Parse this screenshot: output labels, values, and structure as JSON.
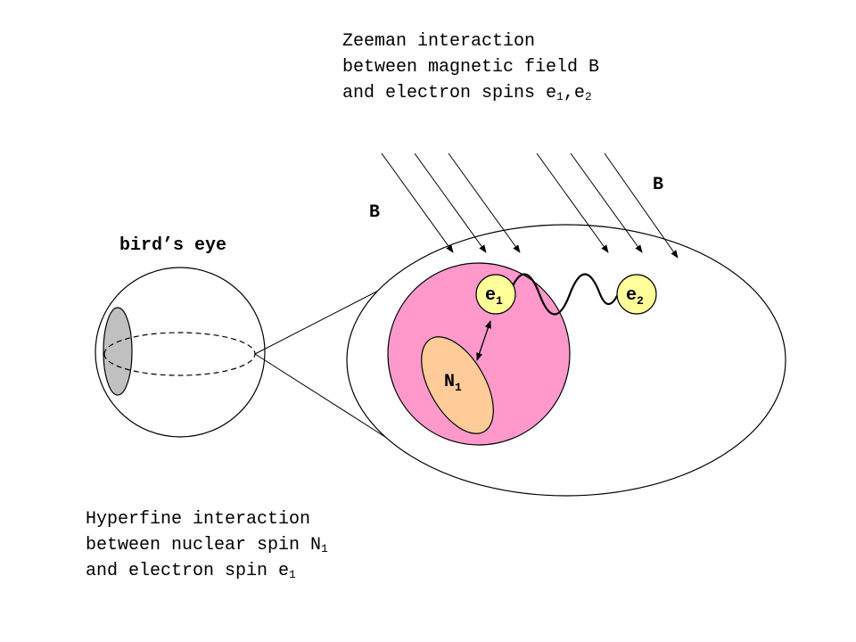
{
  "colors": {
    "background": "#ffffff",
    "stroke": "#000000",
    "eye_iris": "#c0c0c0",
    "radical_pair_region": "#ff99cc",
    "nucleus": "#ffcc99",
    "electron": "#ffff99"
  },
  "captions": {
    "zeeman": {
      "line1": "Zeeman interaction",
      "line2": "between magnetic field B",
      "line3_prefix": "and electron spins e",
      "line3_sub1": "1",
      "line3_sep": ",e",
      "line3_sub2": "2"
    },
    "hyperfine": {
      "line1": "Hyperfine interaction",
      "line2_prefix": "between nuclear spin N",
      "line2_sub": "1",
      "line3_prefix": "and electron spin e",
      "line3_sub": "1"
    }
  },
  "labels": {
    "birds_eye": "bird’s eye",
    "field_left": "B",
    "field_right": "B",
    "electron1_base": "e",
    "electron1_sub": "1",
    "electron2_base": "e",
    "electron2_sub": "2",
    "nucleus_base": "N",
    "nucleus_sub": "1"
  }
}
